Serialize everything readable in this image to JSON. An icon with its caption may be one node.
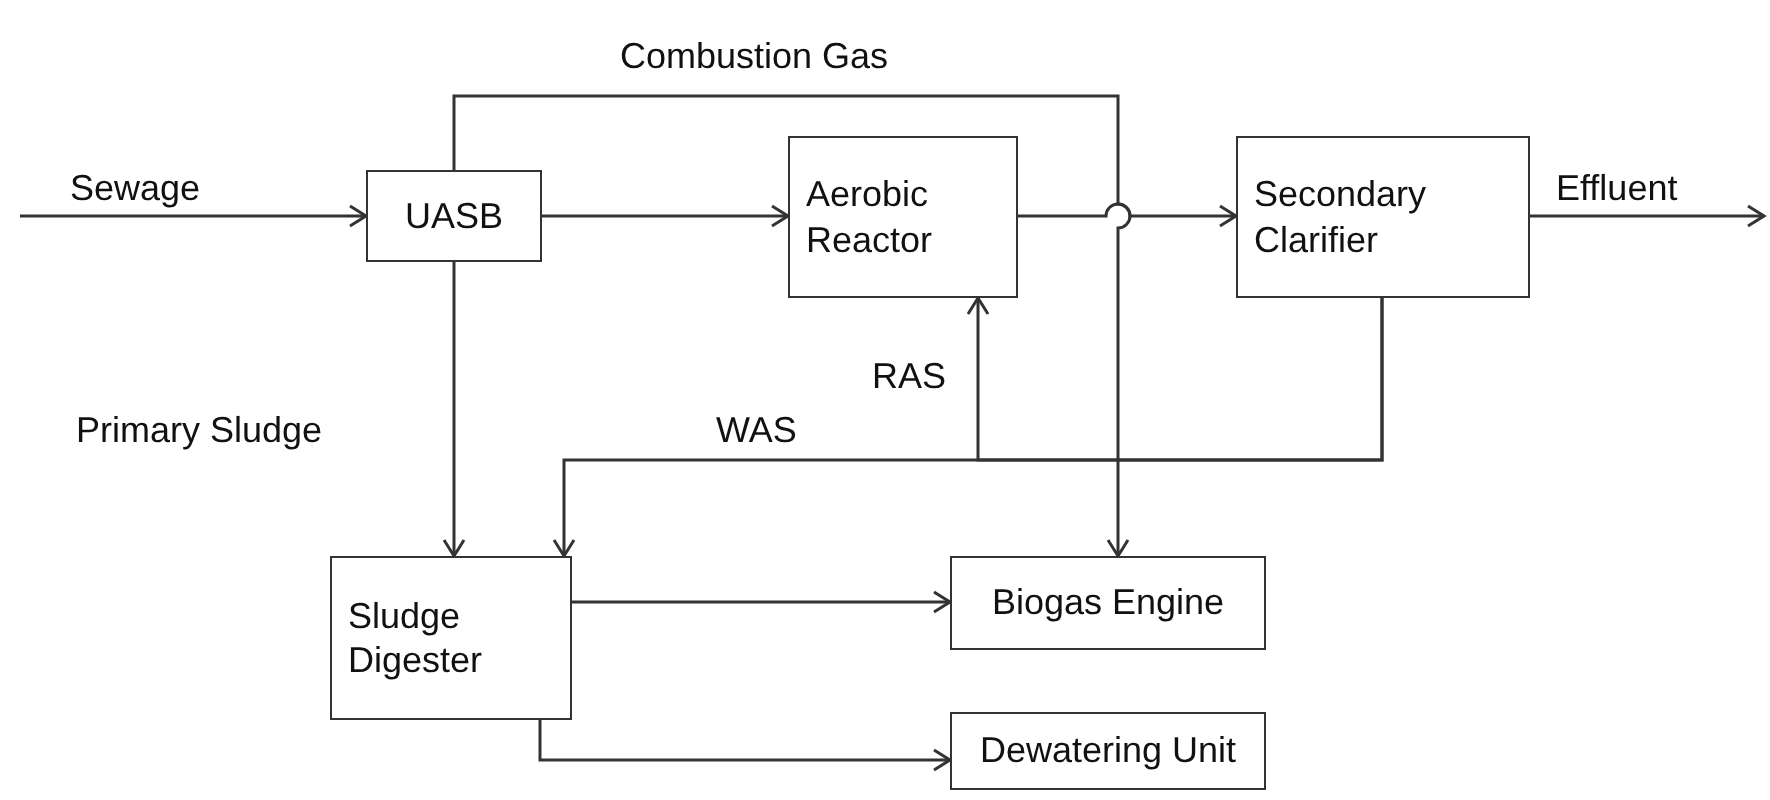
{
  "diagram": {
    "nodes": [
      {
        "text": [
          "UASB"
        ]
      },
      {
        "text": [
          "Aerobic Reactor"
        ]
      },
      {
        "text": [
          "Secondary Clarifier"
        ]
      },
      {
        "text": [
          "Sludge Digester"
        ]
      },
      {
        "text": [
          "Biogas Engine"
        ]
      },
      {
        "text": [
          "Dewatering Unit"
        ]
      }
    ],
    "edges": [
      {
        "from": null,
        "to": 0,
        "arrow": "to",
        "label": "Sewage"
      },
      {
        "from": 0,
        "to": 1,
        "arrow": "to"
      },
      {
        "from": 1,
        "to": 2,
        "arrow": "to"
      },
      {
        "from": 2,
        "to": null,
        "arrow": "to",
        "label": "Effluent"
      },
      {
        "from": 0,
        "to": 4,
        "arrow": "to",
        "label": "Combustion Gas"
      },
      {
        "from": 0,
        "to": 3,
        "arrow": "to",
        "label": "Primary Sludge"
      },
      {
        "from": 2,
        "to": 3,
        "arrow": "to",
        "label": "WAS"
      },
      {
        "from": 2,
        "to": 1,
        "arrow": "to",
        "label": "RAS"
      },
      {
        "from": 3,
        "to": 4,
        "arrow": "to"
      },
      {
        "from": 3,
        "to": 5,
        "arrow": "to"
      }
    ]
  }
}
